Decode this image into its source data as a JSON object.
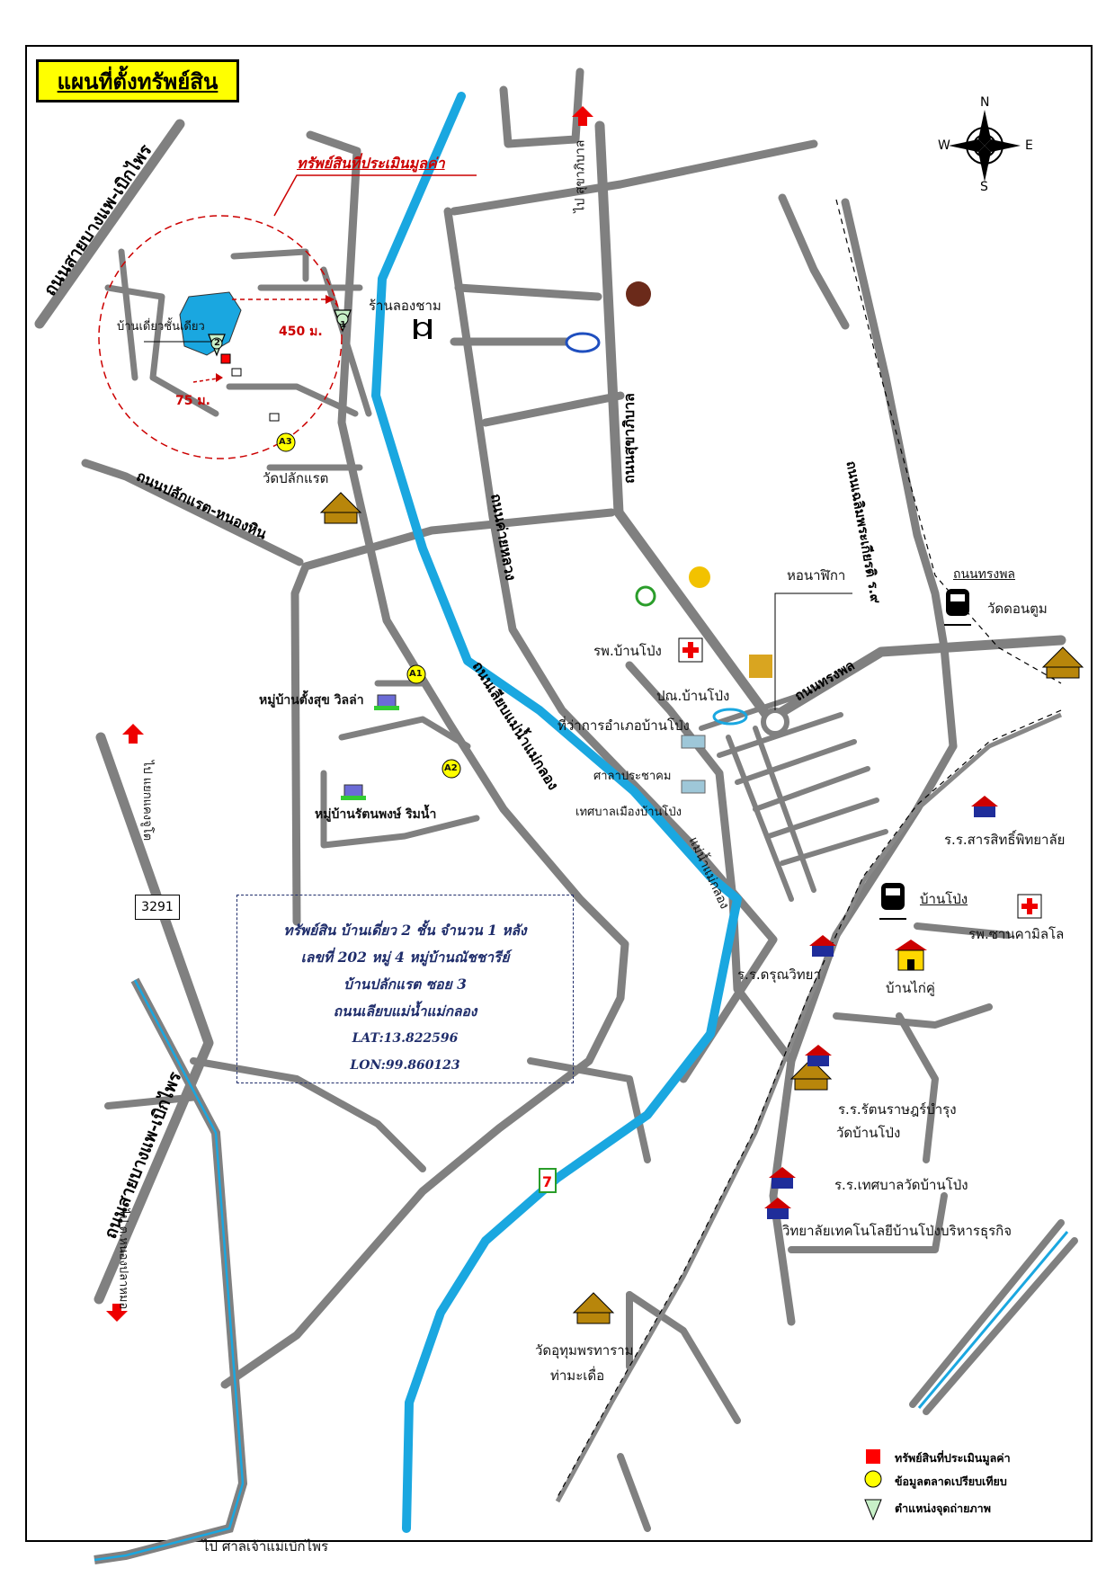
{
  "title": "แผนที่ตั้งทรัพย์สิน",
  "property_callout": "ทรัพย์สินที่ประเมินมูลค่า",
  "compass": {
    "n": "N",
    "s": "S",
    "e": "E",
    "w": "W"
  },
  "distances": {
    "d1": "450 ม.",
    "d2": "75 ม."
  },
  "info": {
    "line1": "ทรัพย์สิน บ้านเดี่ยว 2 ชั้น จำนวน 1 หลัง",
    "line2": "เลขที่ 202 หมู่ 4 หมู่บ้านณัชชารีย์",
    "line3": "บ้านปลักแรต ซอย 3",
    "line4": "ถนนเลียบแม่น้ำแม่กลอง",
    "lat": "LAT:13.822596",
    "lon": "LON:99.860123"
  },
  "route_badge": "3291",
  "markers": {
    "a1": "A1",
    "a2": "A2",
    "a3": "A3",
    "p1": "1",
    "p2": "2"
  },
  "roads": {
    "r1": "ถนนสายบางแพ-เบิกไพร",
    "r2": "ถนนสายบางแพ-เบิกไพร",
    "r3": "ถนนปลักแรต-หนองหิน",
    "r4": "ถนนเลียบแม่น้ำแม่กลอง",
    "r5": "ถนนค่ายหลวง",
    "r6": "ถนนสุขาภิบาล",
    "r7": "ถนนเฉลิมพระเกียรติ ร.๙",
    "r8": "ถนนทรงพล",
    "r9": "ถนนทรงพล",
    "r10": "ไป สุขาภิบาล",
    "river": "แม่น้ำแม่กลอง"
  },
  "places": {
    "house": "บ้านเดี่ยวชั้นเดียว",
    "restaurant": "ร้านลองชาม",
    "wat_plak": "วัดปลักแรต",
    "village1": "หมู่บ้านตั้งสุข วิลล่า",
    "village2": "หมู่บ้านรัตนพงษ์ ริมน้ำ",
    "hospital": "รพ.บ้านโป่ง",
    "post": "ปณ.บ้านโป่ง",
    "district": "ที่ว่าการอำเภอบ้านโป่ง",
    "hall1": "ศาลาประชาคม",
    "hall2": "เทศบาลเมืองบ้านโป่ง",
    "clock": "หอนาฬิกา",
    "wat_don": "วัดดอนตูม",
    "school_sarasit": "ร.ร.สารสิทธิ์พิทยาลัย",
    "station": "บ้านโป่ง",
    "hospital2": "รพ.ซานคามิลโล",
    "school_dusit": "ร.ร.ดรุณวิทยา",
    "ban_kaiku": "บ้านไก่คู่",
    "school_rat": "ร.ร.รัตนราษฎร์บำรุง",
    "wat_banpong": "วัดบ้านโป่ง",
    "school_tesaban": "ร.ร.เทศบาลวัดบ้านโป่ง",
    "college": "วิทยาลัยเทคโนโลยีบ้านโป่งบริหารธุรกิจ",
    "wat_udom1": "วัดอุทุมพรทาราม",
    "wat_udom2": "ท่ามะเดื่อ",
    "to_saan": "ไป ศาลเจ้าแม่เบิกไพร",
    "to_nongpla": "ไป ต.หนองปลาหมอ",
    "to_yaek": "ไป แยกแคงจูโต"
  },
  "legend": [
    {
      "label": "ทรัพย์สินที่ประเมินมูลค่า",
      "color": "#ff0000",
      "shape": "square"
    },
    {
      "label": "ข้อมูลตลาดเปรียบเทียบ",
      "color": "#ffff00",
      "shape": "circle"
    },
    {
      "label": "ตำแหน่งจุดถ่ายภาพ",
      "color": "#c8f0c8",
      "shape": "triangle"
    }
  ],
  "colors": {
    "road": "#808080",
    "river": "#1aa7e0",
    "callout": "#cc0000",
    "marker": "#ffff00"
  }
}
